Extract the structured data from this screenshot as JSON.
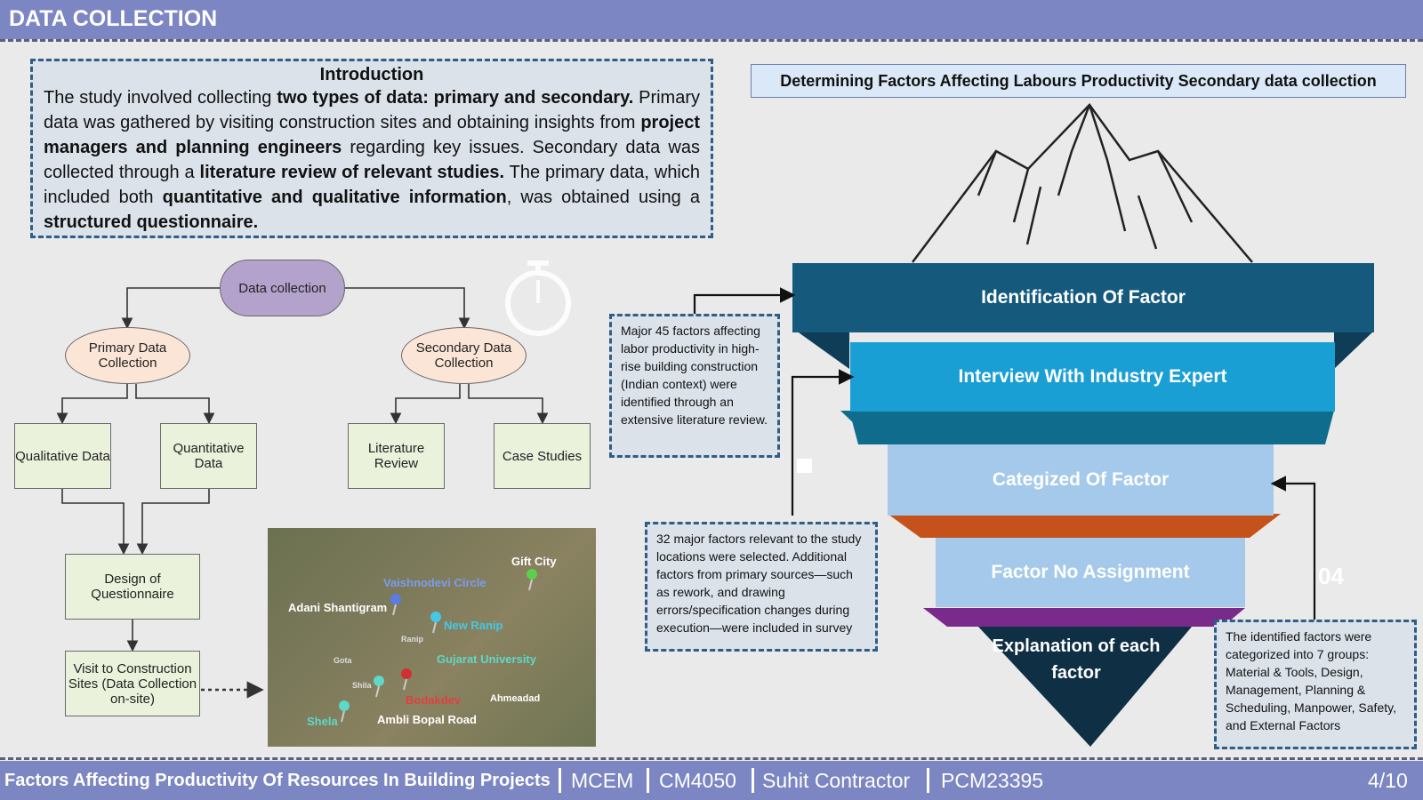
{
  "header": {
    "title": "DATA COLLECTION"
  },
  "intro": {
    "heading": "Introduction",
    "body_html": "The study involved collecting <b>two types of data: primary and secondary.</b> Primary data was gathered by visiting construction sites and obtaining insights from <b>project managers and planning engineers</b> regarding key issues. Secondary data was collected through a <b>literature review of relevant studies.</b> The primary data, which included both <b>quantitative and qualitative information</b>, was obtained using a <b>structured questionnaire.</b>"
  },
  "flow": {
    "root": "Data collection",
    "primary": "Primary Data Collection",
    "secondary": "Secondary Data Collection",
    "qualitative": "Qualitative Data",
    "quantitative": "Quantitative Data",
    "literature": "Literature Review",
    "case_studies": "Case Studies",
    "design": "Design of Questionnaire",
    "visit": "Visit to Construction Sites (Data Collection on-site)"
  },
  "map": {
    "labels": [
      "Gift City",
      "Vaishnodevi Circle",
      "Adani Shantigram",
      "New Ranip",
      "Ranip",
      "Gujarat University",
      "Gota",
      "Shila",
      "Bodakdev",
      "Ahmeadad",
      "Shela",
      "Ambli Bopal Road"
    ]
  },
  "right": {
    "title": "Determining Factors Affecting Labours Productivity Secondary data collection",
    "bands": [
      "Identification Of Factor",
      "Interview With Industry Expert",
      "Categized Of Factor",
      "Factor No Assignment",
      "Explanation of each factor"
    ],
    "number": "04",
    "note1": "Major 45 factors affecting labor productivity in high-rise building construction (Indian context) were identified through an extensive literature review.",
    "note2": "32 major factors relevant to the study locations were selected. Additional factors from primary sources—such as rework, and drawing errors/specification changes during execution—were included in survey",
    "note3": "The identified factors were categorized into 7 groups: Material & Tools, Design, Management, Planning & Scheduling, Manpower, Safety, and External Factors"
  },
  "footer": {
    "title": "Factors Affecting Productivity Of Resources In Building Projects",
    "program": "MCEM",
    "course": "CM4050",
    "author": "Suhit Contractor",
    "id": "PCM23395",
    "page": "4/10"
  }
}
